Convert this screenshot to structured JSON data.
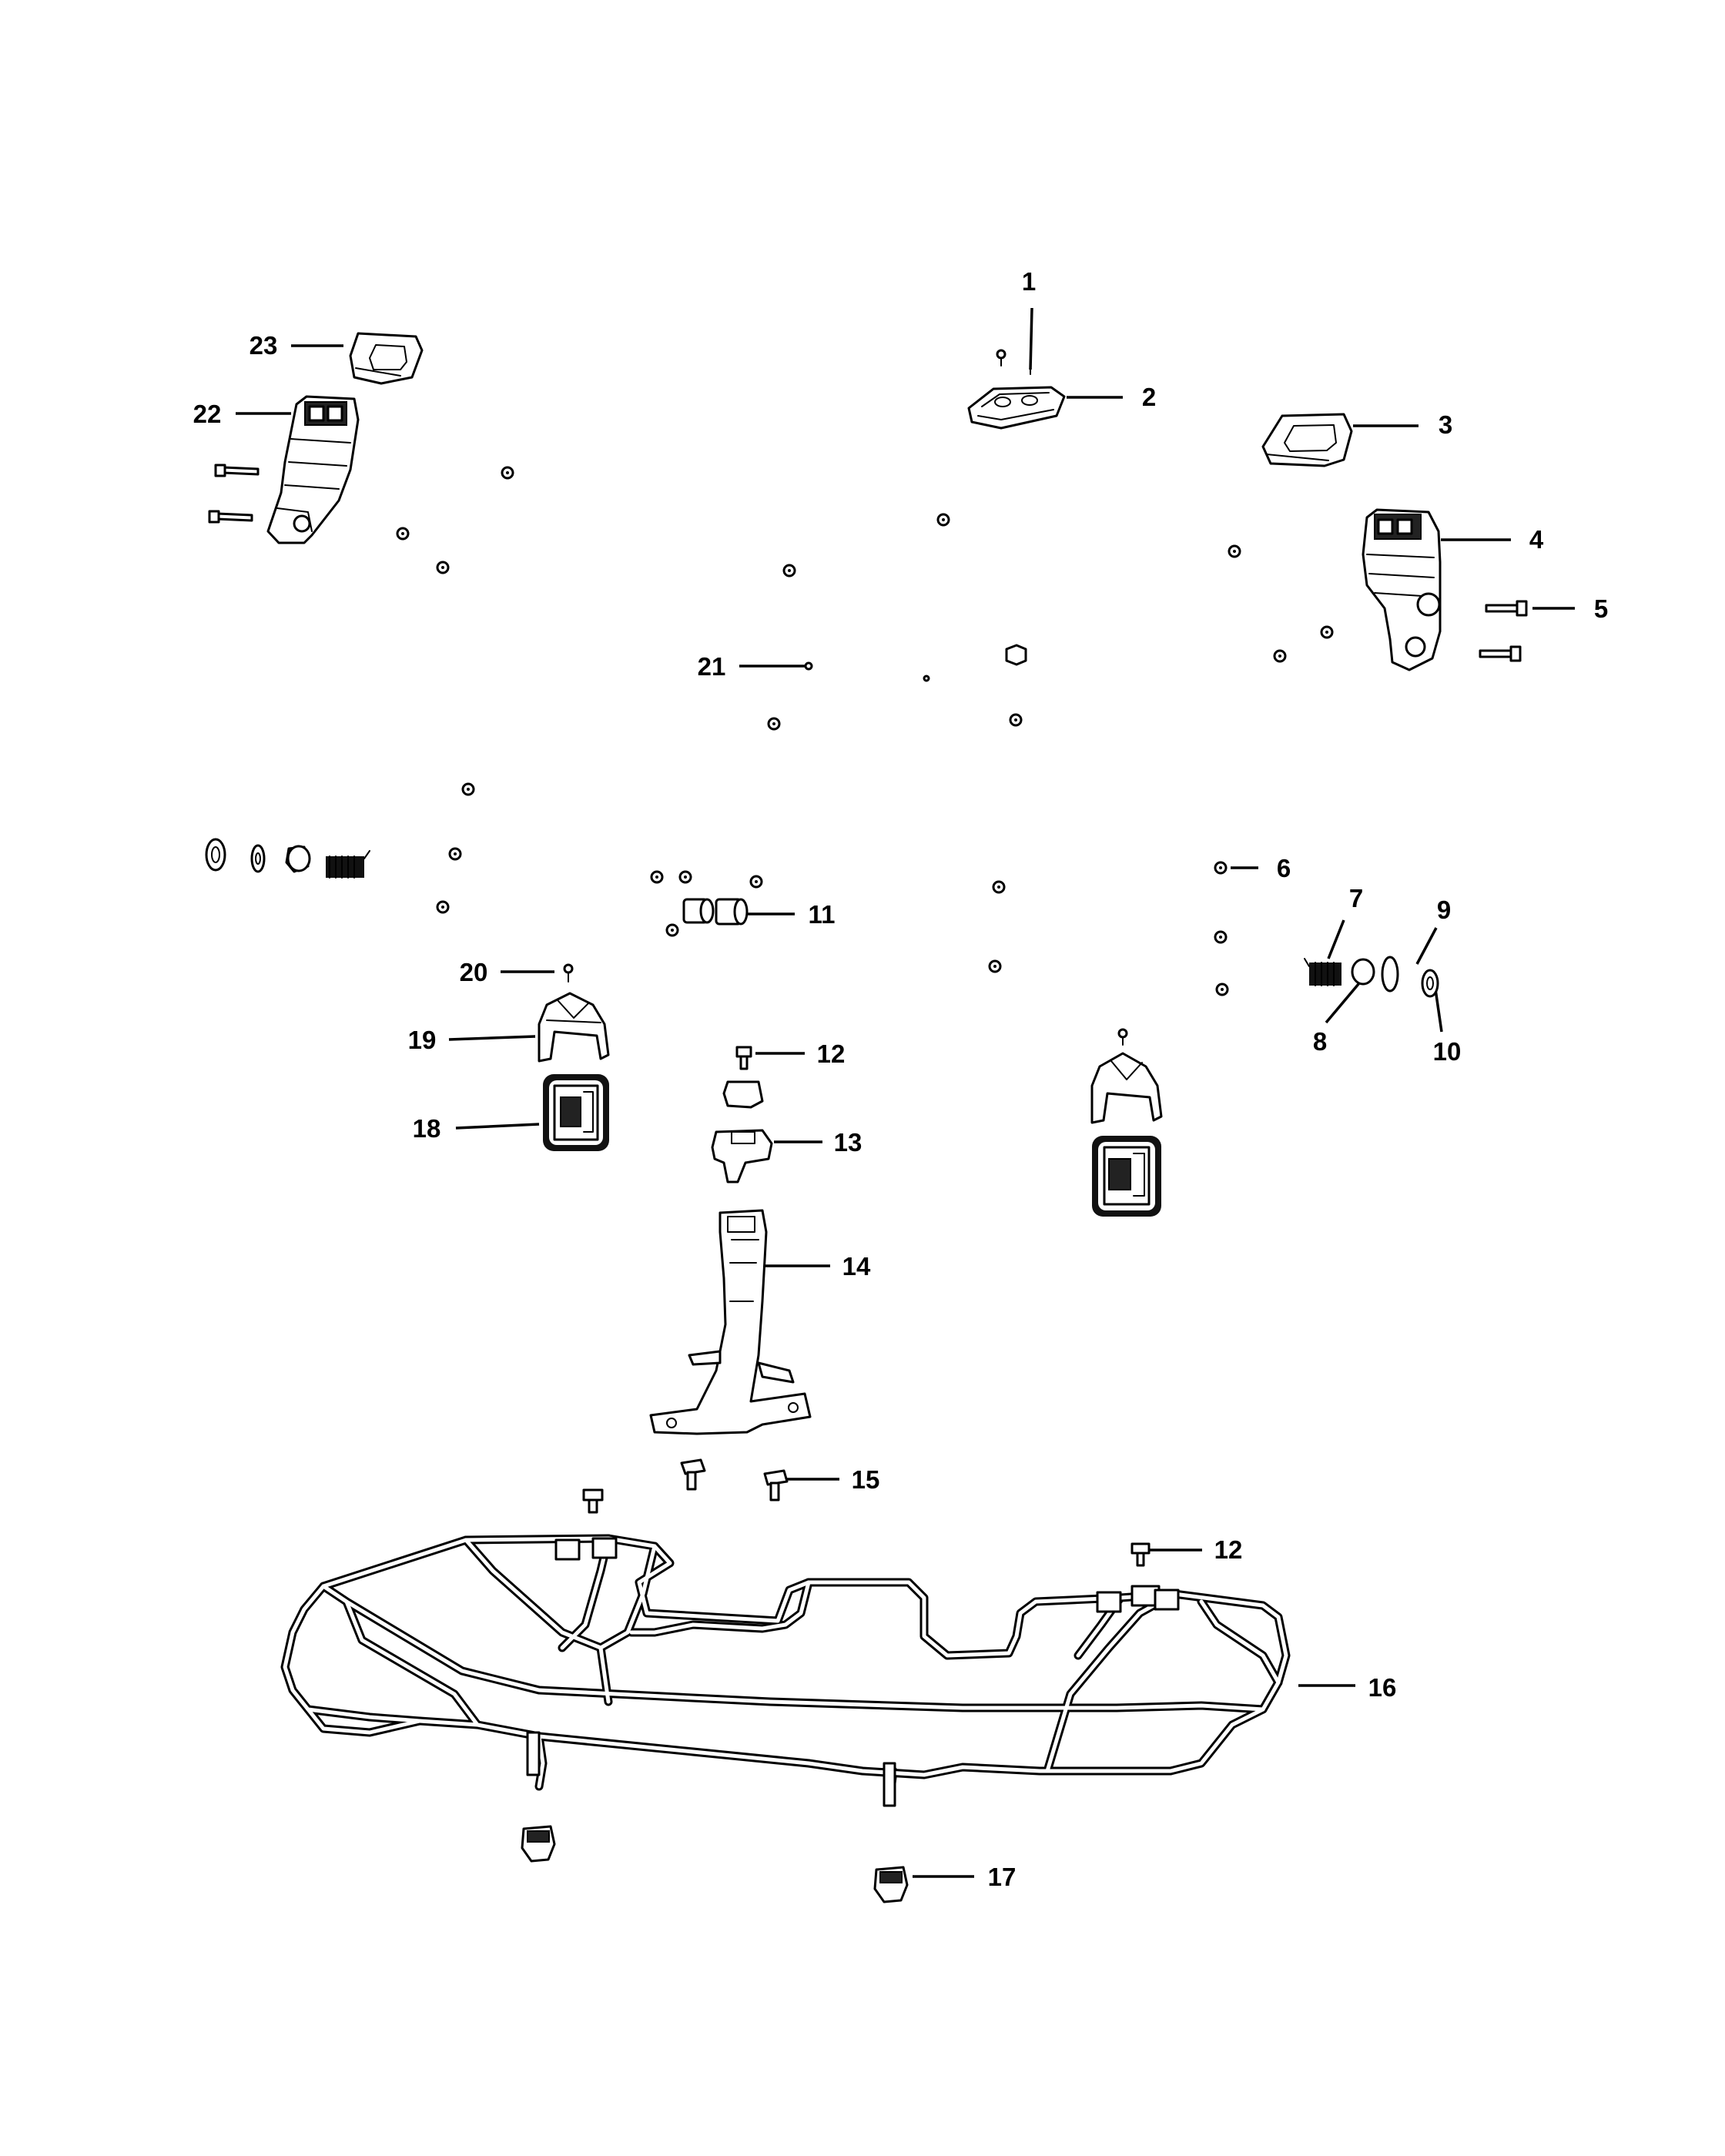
{
  "callouts": [
    {
      "id": "1",
      "text": "1"
    },
    {
      "id": "2",
      "text": "2"
    },
    {
      "id": "3",
      "text": "3"
    },
    {
      "id": "4",
      "text": "4"
    },
    {
      "id": "5",
      "text": "5"
    },
    {
      "id": "6",
      "text": "6"
    },
    {
      "id": "7",
      "text": "7"
    },
    {
      "id": "8",
      "text": "8"
    },
    {
      "id": "9",
      "text": "9"
    },
    {
      "id": "10",
      "text": "10"
    },
    {
      "id": "11",
      "text": "11"
    },
    {
      "id": "12a",
      "text": "12"
    },
    {
      "id": "12b",
      "text": "12"
    },
    {
      "id": "13",
      "text": "13"
    },
    {
      "id": "14",
      "text": "14"
    },
    {
      "id": "15",
      "text": "15"
    },
    {
      "id": "16",
      "text": "16"
    },
    {
      "id": "17",
      "text": "17"
    },
    {
      "id": "18",
      "text": "18"
    },
    {
      "id": "19",
      "text": "19"
    },
    {
      "id": "20",
      "text": "20"
    },
    {
      "id": "21",
      "text": "21"
    },
    {
      "id": "22",
      "text": "22"
    },
    {
      "id": "23",
      "text": "23"
    }
  ]
}
